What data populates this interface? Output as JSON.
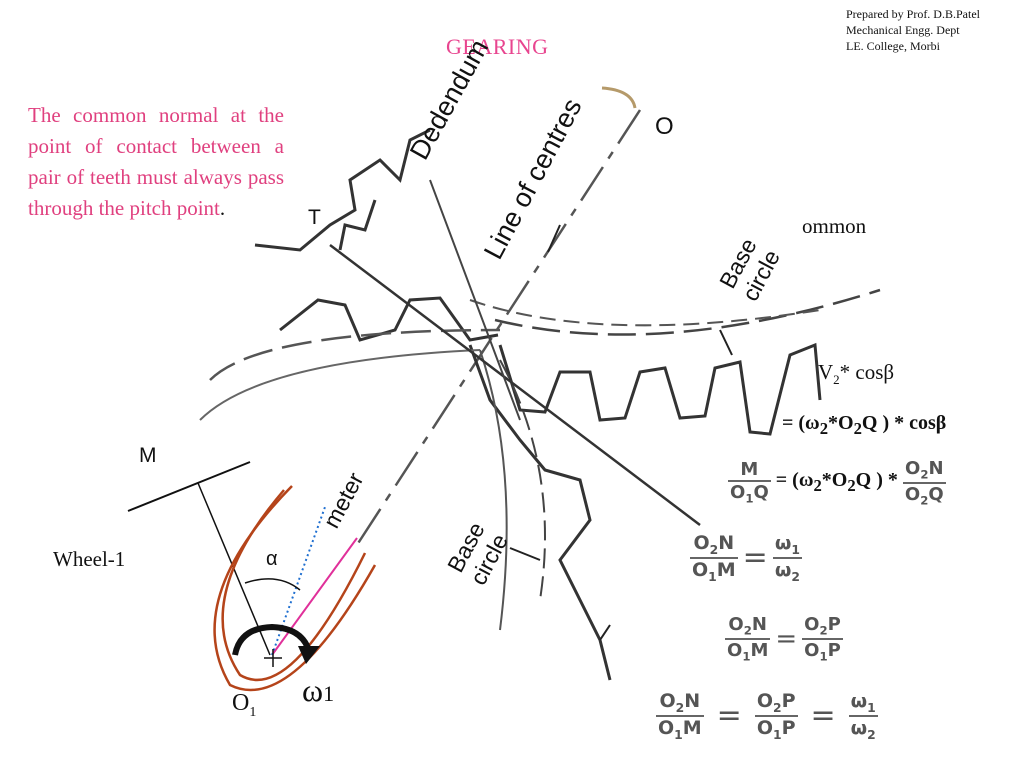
{
  "credit": {
    "line1": "Prepared by Prof. D.B.Patel",
    "line2": "Mechanical Engg. Dept",
    "line3": "LE. College, Morbi"
  },
  "title": "GEARING",
  "law_text": "The common normal at the point of contact between a pair of teeth must always pass through the pitch point",
  "law_end": ".",
  "labels": {
    "dedendum": "Dedendum",
    "line_of_centres": "Line of centres",
    "base_circle_upper": "Base circle",
    "base_circle_lower": "Base circle",
    "meter": "meter",
    "o2_partial": "O",
    "common_partial": "ommon",
    "t": "T",
    "m": "M",
    "wheel1": "Wheel-1",
    "alpha": "α",
    "omega1": "ω",
    "omega1_sub": "1",
    "o1": "O",
    "o1_sub": "1"
  },
  "equations": {
    "eq1": "V",
    "eq1_sub": "2",
    "eq1_rest": "* cosβ",
    "eq2": "= (ω2*O2Q ) * cosβ",
    "eq3_num_left": "M",
    "eq3_den_left": "O1Q",
    "eq3_mid": "= (ω2*O2Q ) *",
    "eq3_num_right": "O2N",
    "eq3_den_right": "O2Q",
    "eq4_num_left": "O2N",
    "eq4_den_left": "O1M",
    "eq4_num_right": "ω1",
    "eq4_den_right": "ω2",
    "eq5_num_left": "O2N",
    "eq5_den_left": "O1M",
    "eq5_num_right": "O2P",
    "eq5_den_right": "O1P",
    "eq6_num_a": "O2N",
    "eq6_den_a": "O1M",
    "eq6_num_b": "O2P",
    "eq6_den_b": "O1P",
    "eq6_num_c": "ω1",
    "eq6_den_c": "ω2"
  },
  "colors": {
    "pink_text": "#e0407f",
    "wheel_outline": "#b5441a",
    "connector_pink": "#e0309a",
    "dotted_blue": "#1f6fd0"
  }
}
